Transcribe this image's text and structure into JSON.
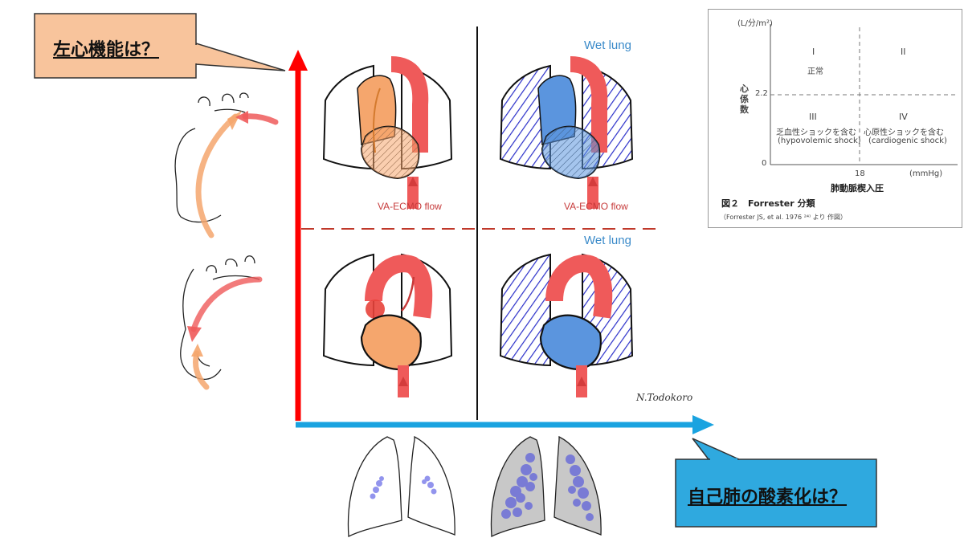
{
  "callouts": {
    "left_heart": "左心機能は？",
    "lung_oxygenation": "自己肺の酸素化は？"
  },
  "panels": {
    "top_left_flow_label": "VA-ECMO flow",
    "top_right_flow_label": "VA-ECMO flow",
    "top_right_lung_label": "Wet lung",
    "bottom_right_lung_label": "Wet lung",
    "signature": "N.Todokoro"
  },
  "forrester": {
    "y_unit": "(L/分/m²)",
    "y_axis_label": [
      "心",
      "係",
      "数"
    ],
    "y_tick_high": "2.2",
    "y_tick_zero": "0",
    "x_tick": "18",
    "x_unit": "(mmHg)",
    "x_axis_label": "肺動脈楔入圧",
    "quadrants": {
      "q1_numeral": "I",
      "q1_text": "正常",
      "q2_numeral": "II",
      "q3_numeral": "III",
      "q3_line1": "乏血性ショックを含む",
      "q3_line2": "(hypovolemic shock)",
      "q4_numeral": "IV",
      "q4_line1": "心原性ショックを含む",
      "q4_line2": "(cardiogenic shock)"
    },
    "caption": "図２　Forrester 分類",
    "source": "（Forrester JS, et al. 1976 ²⁴⁾ より 作図）"
  },
  "colors": {
    "callout_orange": "#f8c49c",
    "callout_blue": "#2fa9df",
    "vertical_axis": "#ff0000",
    "horizontal_axis": "#1aa3e0",
    "dashed_divider": "#c0392b",
    "heart_orange": "#f5a66d",
    "heart_blue": "#5b95de",
    "aorta_red": "#ef5a5a",
    "wet_lung_blue": "#2a2fc9"
  }
}
